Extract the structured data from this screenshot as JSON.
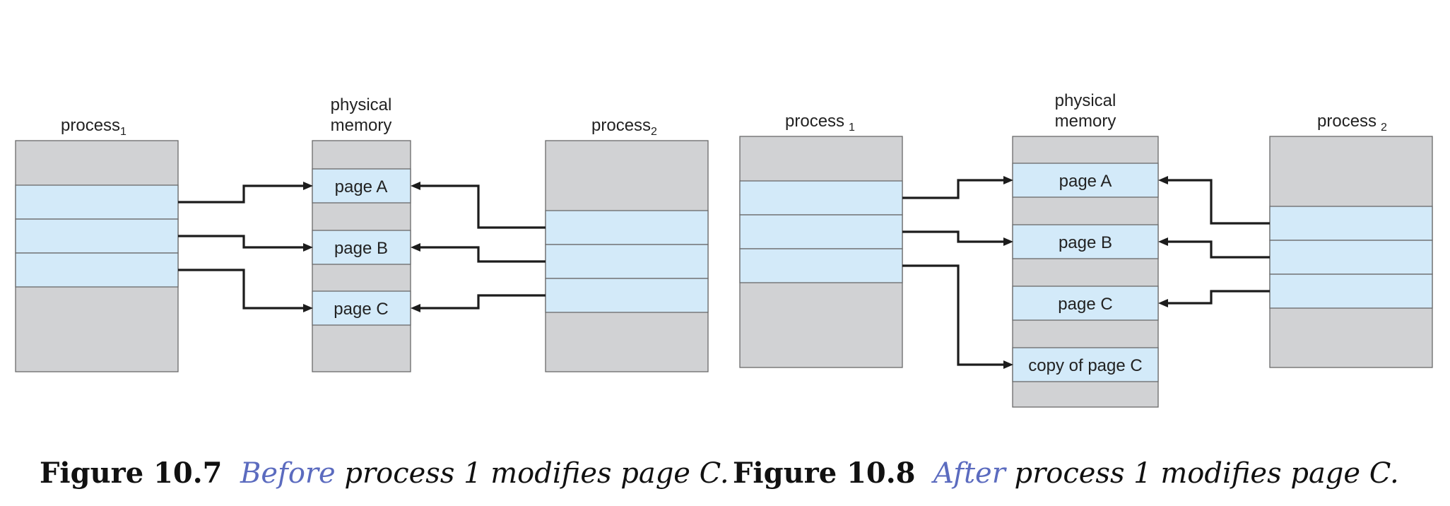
{
  "figure_left": {
    "process1_label": "process",
    "process1_sub": "1",
    "memory_label_line1": "physical",
    "memory_label_line2": "memory",
    "process2_label": "process",
    "process2_sub": "2",
    "pages": [
      "page A",
      "page B",
      "page C"
    ],
    "caption": {
      "number": "Figure 10.7",
      "highlight": "Before",
      "text": " process 1 modifies page C."
    }
  },
  "figure_right": {
    "process1_label": "process",
    "process1_sub": "1",
    "memory_label_line1": "physical",
    "memory_label_line2": "memory",
    "process2_label": "process",
    "process2_sub": "2",
    "pages": [
      "page A",
      "page B",
      "page C",
      "copy of page C"
    ],
    "caption": {
      "number": "Figure 10.8",
      "highlight": "After",
      "text": " process 1 modifies page C."
    }
  },
  "colors": {
    "block_gray": "#d1d2d4",
    "page_blue": "#d3eaf9",
    "caption_highlight": "#5b6bbf"
  }
}
